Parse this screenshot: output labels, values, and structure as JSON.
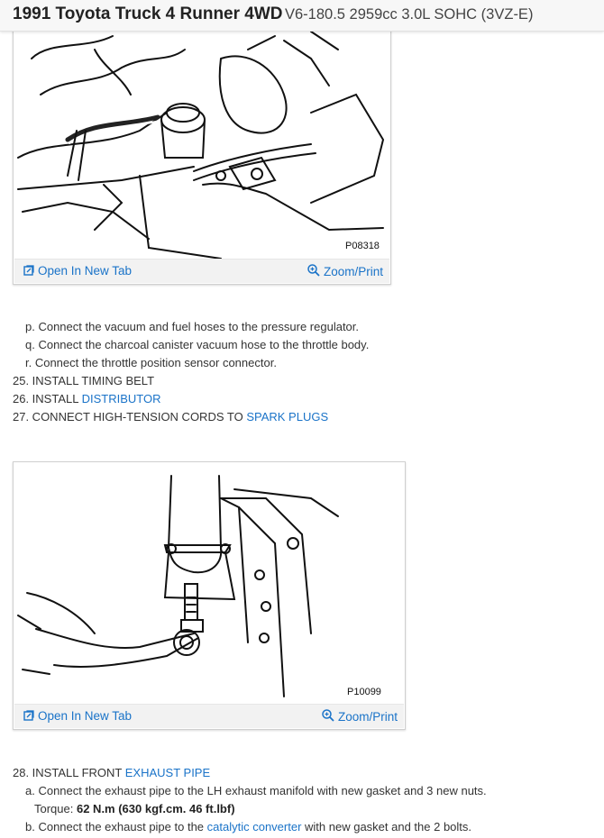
{
  "header": {
    "vehicle": "1991 Toyota Truck 4 Runner 4WD",
    "engine": "V6-180.5 2959cc 3.0L SOHC (3VZ-E)"
  },
  "figures": [
    {
      "id": "P08318",
      "open_label": "Open In New Tab",
      "zoom_label": "Zoom/Print",
      "icons": [
        "open-in-new-tab-icon",
        "zoom-icon"
      ]
    },
    {
      "id": "P10099",
      "open_label": "Open In New Tab",
      "zoom_label": "Zoom/Print",
      "icons": [
        "open-in-new-tab-icon",
        "zoom-icon"
      ]
    }
  ],
  "steps_a": {
    "p": "p. Connect the vacuum and fuel hoses to the pressure regulator.",
    "q": "q. Connect the charcoal canister vacuum hose to the throttle body.",
    "r": "r. Connect the throttle position sensor connector.",
    "s25": "25. INSTALL TIMING BELT",
    "s26_prefix": "26. INSTALL ",
    "s26_link": "DISTRIBUTOR",
    "s27_prefix": "27. CONNECT HIGH-TENSION CORDS TO ",
    "s27_link": "SPARK PLUGS"
  },
  "steps_b": {
    "s28_prefix": "28. INSTALL FRONT ",
    "s28_link": "EXHAUST PIPE",
    "a": "a. Connect the exhaust pipe to the LH exhaust manifold with new gasket and 3 new nuts.",
    "torque_label": "Torque: ",
    "torque_value": "62 N.m (630 kgf.cm. 46 ft.lbf)",
    "b_prefix": "b. Connect the exhaust pipe to the ",
    "b_link": "catalytic converter",
    "b_suffix": " with new gasket and the 2 bolts."
  },
  "colors": {
    "link": "#1a73c8",
    "text": "#333333",
    "bar": "#f2f2f2"
  }
}
